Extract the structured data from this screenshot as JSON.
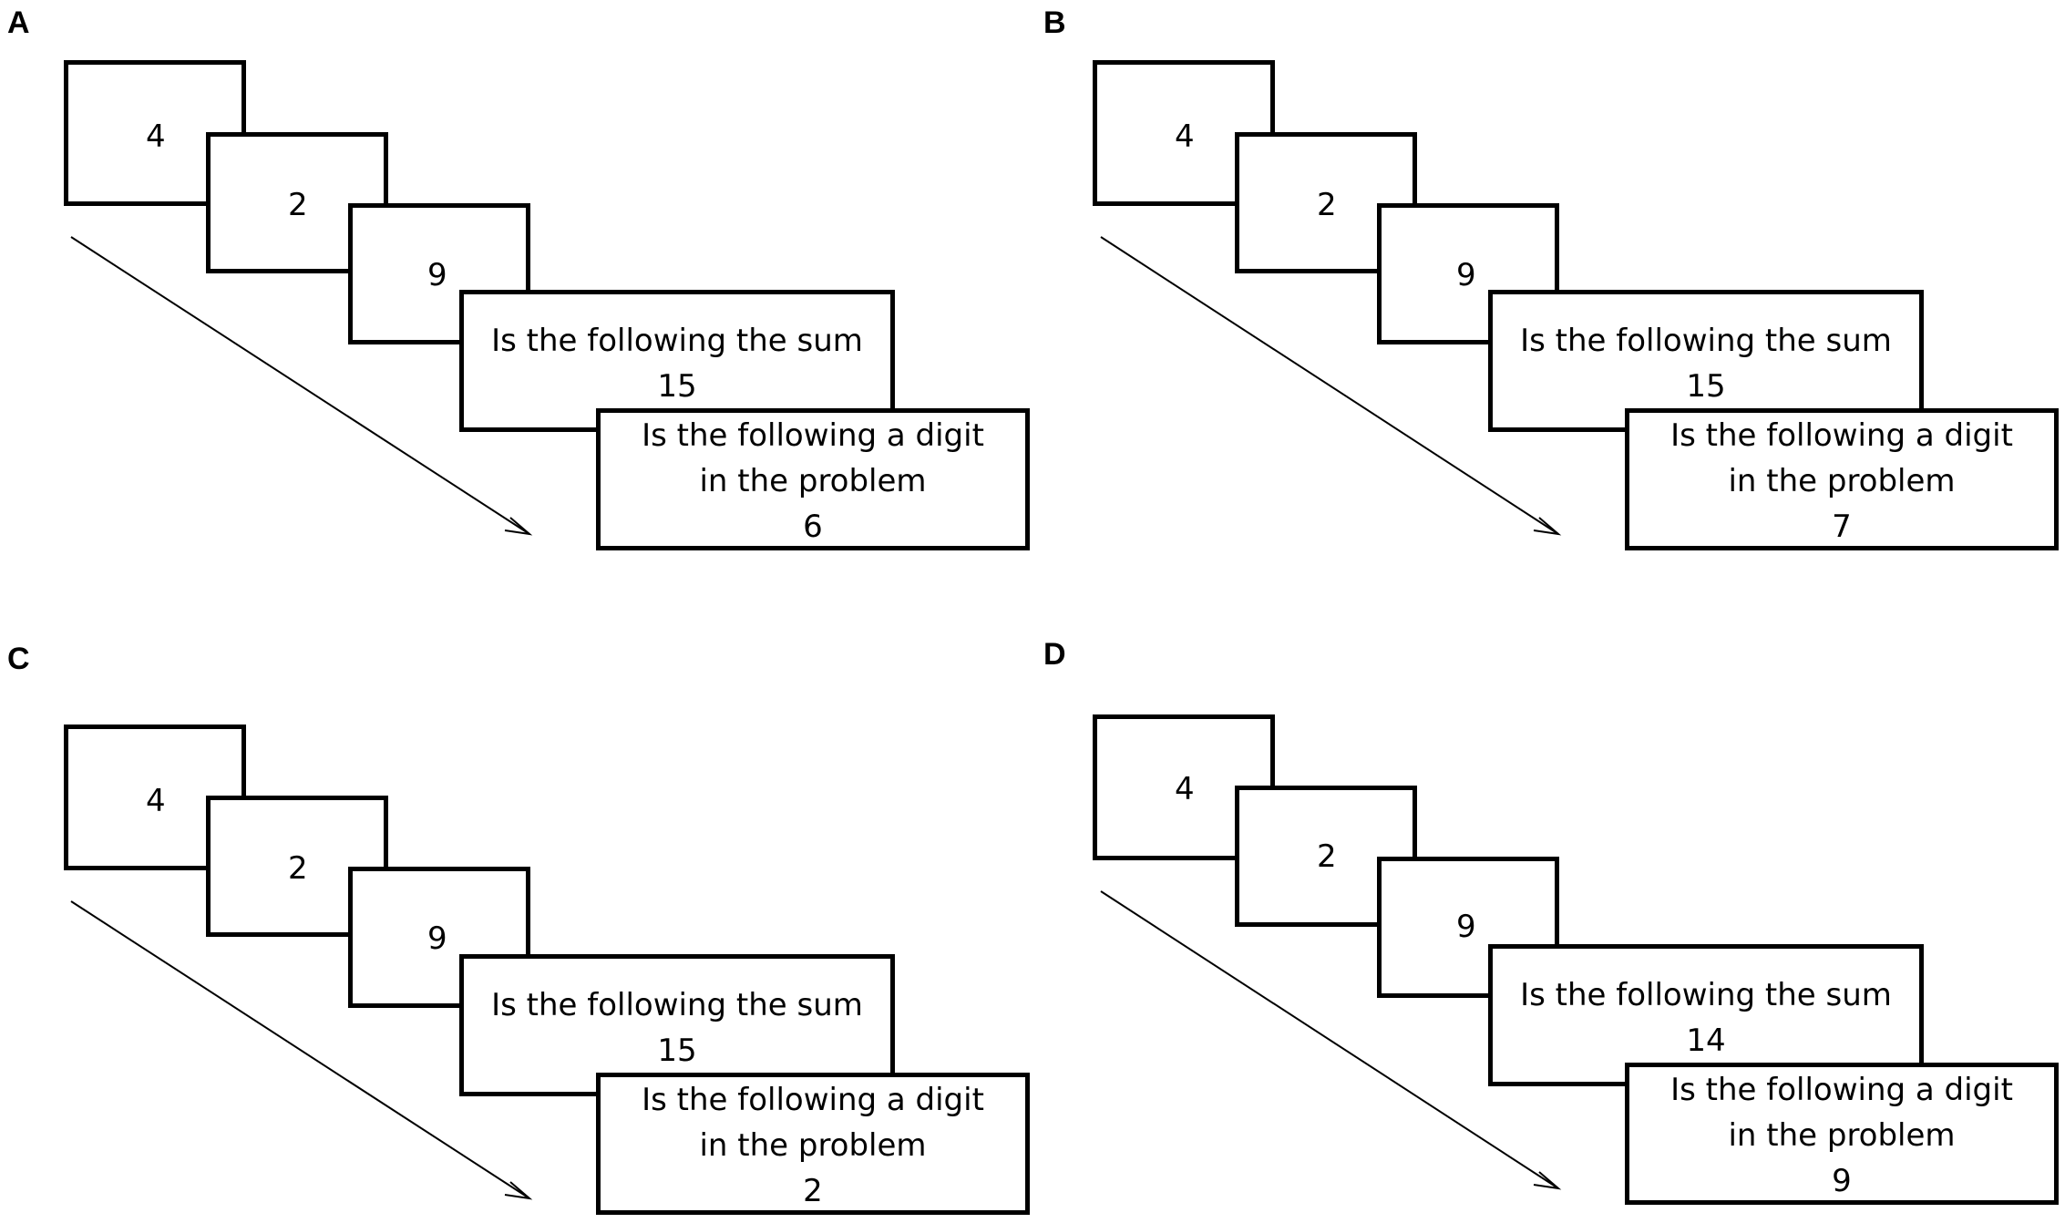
{
  "figure": {
    "panels": [
      {
        "letter": "A",
        "digits": [
          "4",
          "2",
          "9"
        ],
        "sum_question": "Is the following the sum",
        "sum_value": "15",
        "digit_question_line1": "Is the following a digit",
        "digit_question_line2": "in the problem",
        "digit_value": "6"
      },
      {
        "letter": "B",
        "digits": [
          "4",
          "2",
          "9"
        ],
        "sum_question": "Is the following the sum",
        "sum_value": "15",
        "digit_question_line1": "Is the following a digit",
        "digit_question_line2": "in the problem",
        "digit_value": "7"
      },
      {
        "letter": "C",
        "digits": [
          "4",
          "2",
          "9"
        ],
        "sum_question": "Is the following the sum",
        "sum_value": "15",
        "digit_question_line1": "Is the following a digit",
        "digit_question_line2": "in the problem",
        "digit_value": "2"
      },
      {
        "letter": "D",
        "digits": [
          "4",
          "2",
          "9"
        ],
        "sum_question": "Is the following the sum",
        "sum_value": "14",
        "digit_question_line1": "Is the following a digit",
        "digit_question_line2": "in the problem",
        "digit_value": "9"
      }
    ]
  }
}
